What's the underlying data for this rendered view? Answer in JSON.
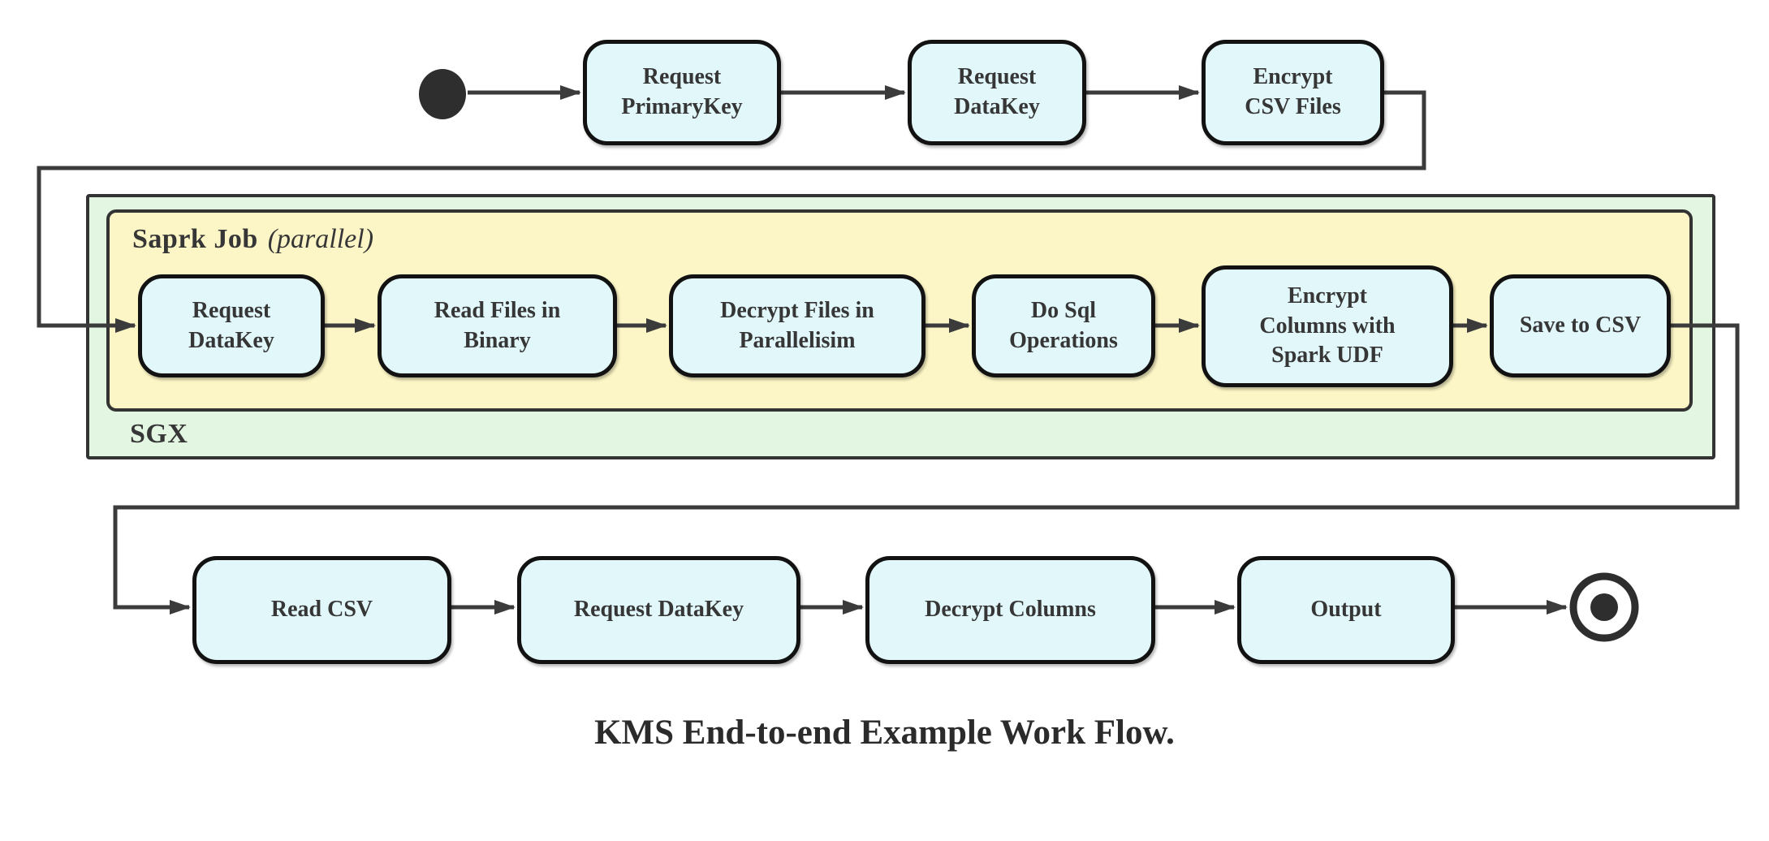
{
  "diagram_type": "activity-flowchart",
  "caption": "KMS End-to-end Example Work Flow.",
  "containers": {
    "spark_job": {
      "title": "Saprk Job",
      "qualifier": "(parallel)"
    },
    "sgx": {
      "label": "SGX"
    }
  },
  "nodes": {
    "top": [
      {
        "label": "Request\nPrimaryKey"
      },
      {
        "label": "Request\nDataKey"
      },
      {
        "label": "Encrypt\nCSV Files"
      }
    ],
    "middle": [
      {
        "label": "Request\nDataKey"
      },
      {
        "label": "Read Files in\nBinary"
      },
      {
        "label": "Decrypt Files in\nParallelisim"
      },
      {
        "label": "Do Sql\nOperations"
      },
      {
        "label": "Encrypt\nColumns with\nSpark UDF"
      },
      {
        "label": "Save to CSV"
      }
    ],
    "bottom": [
      {
        "label": "Read CSV"
      },
      {
        "label": "Request DataKey"
      },
      {
        "label": "Decrypt Columns"
      },
      {
        "label": "Output"
      }
    ]
  },
  "flow_order": [
    "start",
    "Request PrimaryKey",
    "Request DataKey",
    "Encrypt CSV Files",
    "Request DataKey",
    "Read Files in Binary",
    "Decrypt Files in Parallelisim",
    "Do Sql Operations",
    "Encrypt Columns with Spark UDF",
    "Save to CSV",
    "Read CSV",
    "Request DataKey",
    "Decrypt Columns",
    "Output",
    "end"
  ],
  "colors": {
    "node_fill": "#e1f7fa",
    "node_border": "#121212",
    "spark_fill": "#fcf6c6",
    "sgx_fill": "#e2f6e2",
    "container_border": "#333333",
    "connector": "#3b3b3b",
    "text": "#363636",
    "page_bg": "#ffffff"
  }
}
